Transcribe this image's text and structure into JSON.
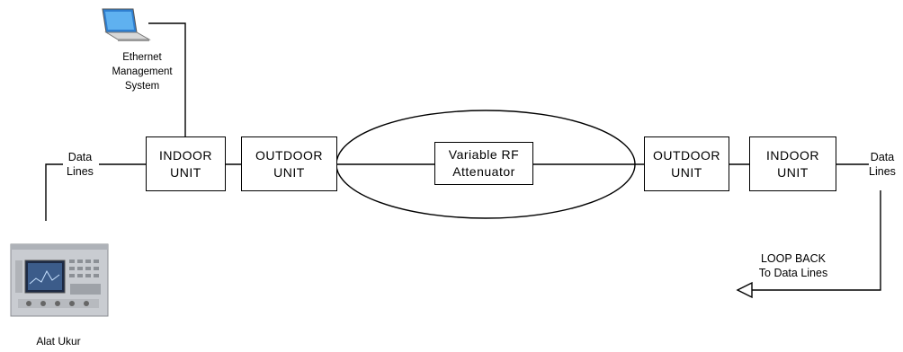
{
  "ems": {
    "label": "Ethernet\nManagement\nSystem"
  },
  "left_data_lines": "Data\nLines",
  "right_data_lines": "Data\nLines",
  "indoor_left": "INDOOR\nUNIT",
  "outdoor_left": "OUTDOOR\nUNIT",
  "attenuator": "Variable RF\nAttenuator",
  "outdoor_right": "OUTDOOR\nUNIT",
  "indoor_right": "INDOOR\nUNIT",
  "loopback": "LOOP BACK\nTo Data Lines",
  "instrument": {
    "label": "Alat Ukur"
  }
}
